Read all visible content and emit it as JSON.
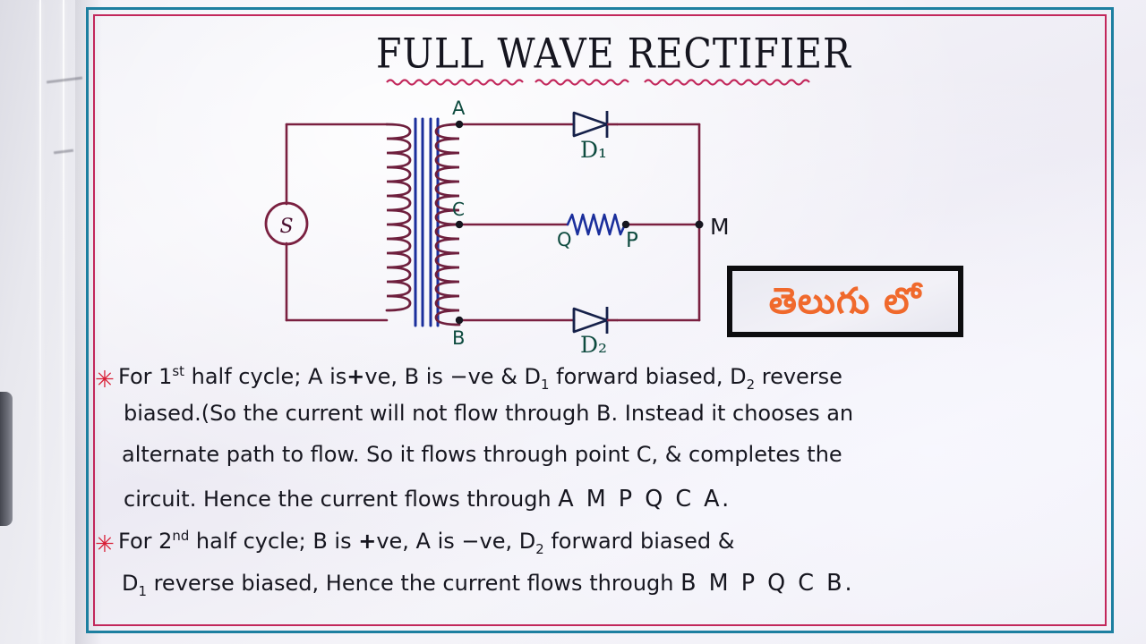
{
  "page": {
    "title": "FULL WAVE RECTIFIER",
    "title_words": [
      "FULL",
      "WAVE",
      "RECTIFIER"
    ],
    "border_outer_color": "#1d7fa0",
    "border_inner_color": "#c2275b",
    "paper_color": "#f0eff6"
  },
  "badge": {
    "text": "తెలుగు లో",
    "text_color": "#f0692c",
    "frame_color": "#0d0d0f"
  },
  "circuit": {
    "source_label": "S",
    "node_a": "A",
    "node_b": "B",
    "node_c": "C",
    "node_m": "M",
    "node_p": "P",
    "node_q": "Q",
    "diode1": "D₁",
    "diode2": "D₂",
    "wire_color": "#7a2040",
    "coil_color": "#6e1f3d",
    "core_color": "#1b2f9c",
    "component_color": "#16214a",
    "label_color": "#0e4b3f",
    "node_dot_color": "#16161f"
  },
  "notes": {
    "bullet_glyph": "✳",
    "bullet_color": "#d81f36",
    "line1": {
      "a": "For 1",
      "sup": "st",
      "b": " half cycle; A is",
      "plus": "+",
      "c": "ve, B is −ve & D",
      "d1sub": "1",
      "d": " forward biased, D",
      "d2sub": "2",
      "e": " reverse"
    },
    "line2": "biased.(So the current will not flow through B. Instead it chooses an",
    "line3": "alternate path to flow. So it flows through point C, & completes the",
    "line4_a": "circuit. Hence the current flows through ",
    "line4_path": "A M P Q C A.",
    "line5": {
      "a": "For 2",
      "sup": "nd",
      "b": " half cycle; B is ",
      "plus": "+",
      "c": "ve, A is −ve, D",
      "d2sub": "2",
      "d": " forward biased &"
    },
    "line6": {
      "a": "D",
      "d1sub": "1",
      "b": " reverse biased, Hence the current flows through ",
      "path": "B M P Q C B."
    }
  }
}
